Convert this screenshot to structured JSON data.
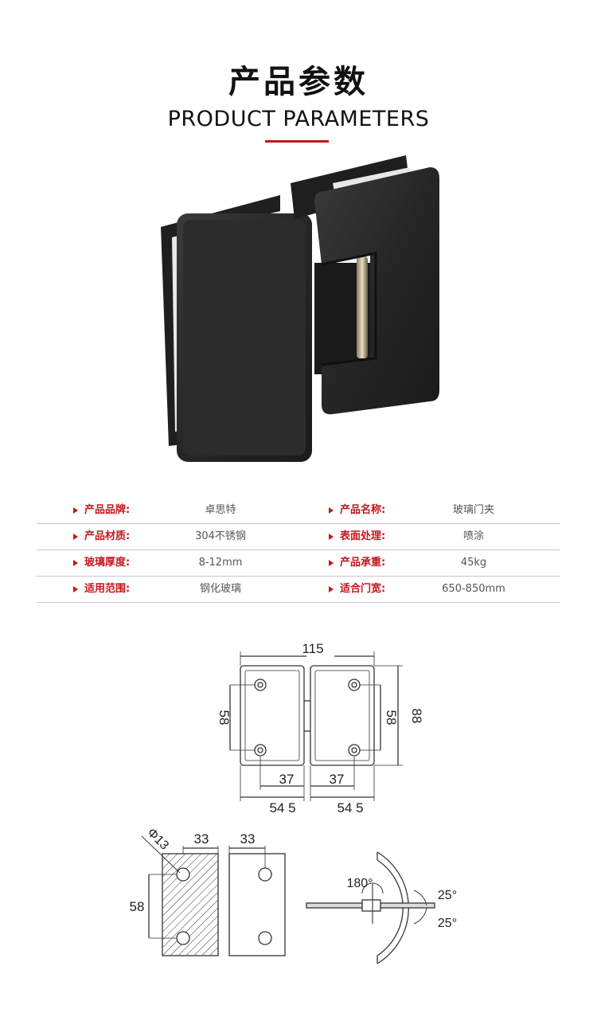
{
  "header": {
    "title_cn": "产品参数",
    "title_en": "PRODUCT PARAMETERS",
    "accent_color": "#c4161c"
  },
  "specs": [
    {
      "label": "产品品牌:",
      "value": "卓思特"
    },
    {
      "label": "产品名称:",
      "value": "玻璃门夹"
    },
    {
      "label": "产品材质:",
      "value": "304不锈钢"
    },
    {
      "label": "表面处理:",
      "value": "喷涂"
    },
    {
      "label": "玻璃厚度:",
      "value": "8-12mm"
    },
    {
      "label": "产品承重:",
      "value": "45kg"
    },
    {
      "label": "适用范围:",
      "value": "钢化玻璃"
    },
    {
      "label": "适合门宽:",
      "value": "650-850mm"
    }
  ],
  "drawing": {
    "dim_width": "115",
    "dim_height": "88",
    "dim_hole_spacing_left": "58",
    "dim_hole_spacing_right": "58",
    "dim_inner_left": "37",
    "dim_inner_right": "37",
    "dim_outer_left": "54 5",
    "dim_outer_right": "54 5",
    "cutout_diameter": "Φ13",
    "cutout_offset_1": "33",
    "cutout_offset_2": "33",
    "cutout_spacing": "58",
    "angle_swing": "180°",
    "angle_up": "25°",
    "angle_down": "25°"
  }
}
